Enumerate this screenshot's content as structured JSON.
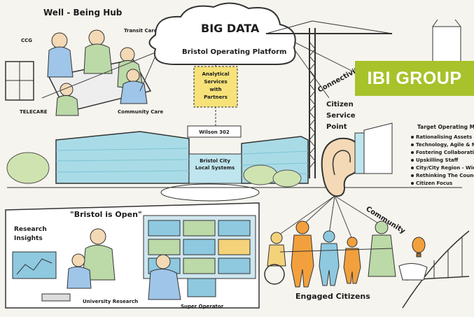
{
  "brand": {
    "label": "IBI GROUP",
    "color": "#a7c22a"
  },
  "cloud": {
    "title": "BIG DATA",
    "subtitle": "Bristol Operating Platform"
  },
  "hub": {
    "title": "Well - Being Hub",
    "labels": [
      "CCG",
      "Transit Care",
      "TELECARE",
      "Community Care"
    ]
  },
  "server_box": {
    "lines": [
      "Analytical",
      "Services",
      "with",
      "Partners"
    ]
  },
  "building": {
    "sign_top": "Wilson 302",
    "sign_mid": [
      "Bristol City",
      "Local Systems"
    ]
  },
  "connectivity": "Connectivity",
  "citizen_point": [
    "Citizen",
    "Service",
    "Point"
  ],
  "target": {
    "title": "Target Operating Model",
    "items": [
      "Rationalising Assets",
      "Technology, Agile & Mobile",
      "Fostering Collaboration",
      "Upskilling Staff",
      "City/City Region - Wide",
      "Rethinking The Council",
      "Citizen Focus"
    ]
  },
  "open": {
    "title": "\"Bristol is Open\"",
    "research": [
      "Research",
      "Insights"
    ],
    "university": "University Research",
    "operator": "Super Operator"
  },
  "community": "Community",
  "citizens_label": "Engaged Citizens",
  "colors": {
    "glass": "#a9dbe6",
    "glass_dark": "#7fc3d4",
    "person_orange": "#f2a03d",
    "person_yellow": "#f3d27a",
    "person_blue": "#8ec9e0",
    "person_green": "#bcd9a8",
    "server_yellow": "#f7e27a"
  }
}
